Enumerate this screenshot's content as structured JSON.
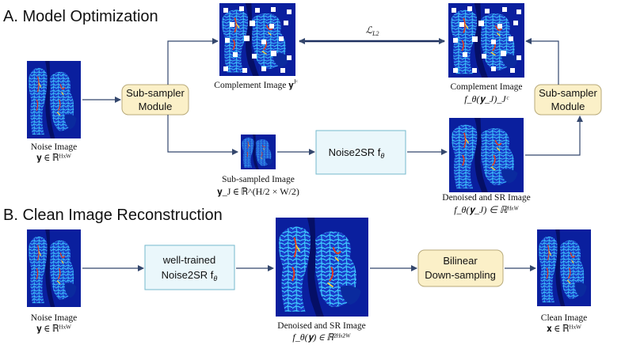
{
  "sections": {
    "a_title": "A. Model Optimization",
    "b_title": "B. Clean Image Reconstruction"
  },
  "labels": {
    "noise_image": "Noise Image",
    "noise_image_math": "𝐲 ∈ ℝᴴˣᵂ",
    "complement_image_left": "Complement Image 𝐲",
    "complement_image_left_sub": "Jᶜ",
    "complement_image_right": "Complement Image",
    "complement_image_right_math": "f_θ(𝐲_J)_Jᶜ",
    "sub_sampled_image": "Sub-sampled Image",
    "sub_sampled_math": "𝐲_J ∈ ℝ^(H/2 × W/2)",
    "denoised_sr_a": "Denoised and SR Image",
    "denoised_sr_a_math": "f_θ(𝐲_J) ∈ ℝᴴˣᵂ",
    "loss": "ℒ",
    "loss_sub": "L2",
    "noise_image_b": "Noise Image",
    "noise_image_b_math": "𝐲 ∈ ℝᴴˣᵂ",
    "denoised_sr_b": "Denoised and SR Image",
    "denoised_sr_b_math": "f_θ(𝐲) ∈ ℝ²ᴴˣ²ᵂ",
    "clean_image": "Clean Image",
    "clean_image_math": "𝐱 ∈ ℝᴴˣᵂ"
  },
  "boxes": {
    "sub_sampler_left_1": "Sub-sampler",
    "sub_sampler_left_2": "Module",
    "sub_sampler_right_1": "Sub-sampler",
    "sub_sampler_right_2": "Module",
    "noise2sr": "Noise2SR f",
    "noise2sr_sub": "θ",
    "well_trained_1": "well-trained",
    "well_trained_2": "Noise2SR f",
    "well_trained_sub": "θ",
    "bilinear_1": "Bilinear",
    "bilinear_2": "Down-sampling"
  },
  "colors": {
    "image_base": "#0a1f9e",
    "image_cell": "#3fd0ff",
    "image_hot": "#e63b1a",
    "mask_square": "#ffffff"
  }
}
